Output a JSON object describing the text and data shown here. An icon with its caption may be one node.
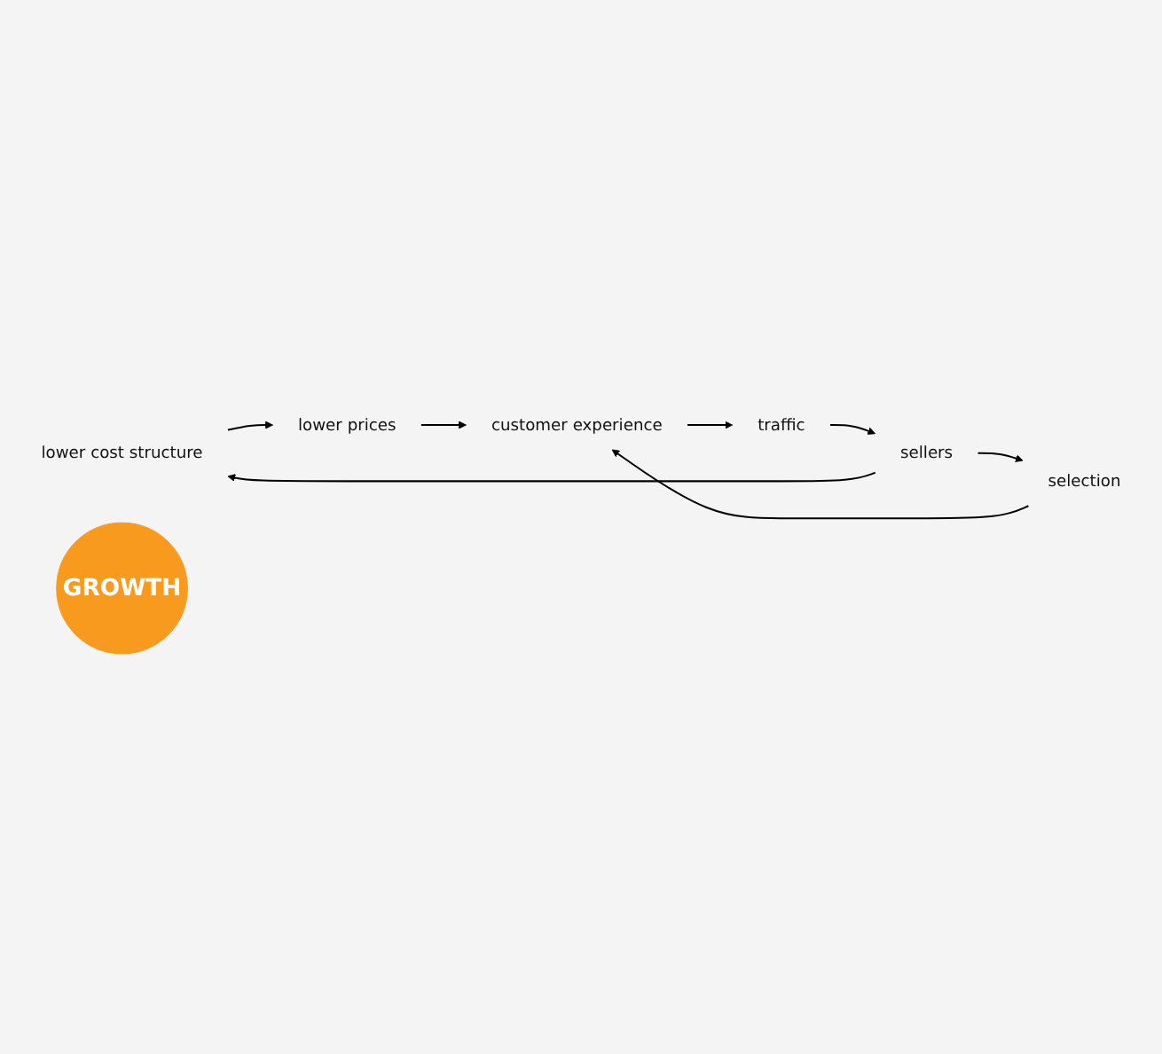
{
  "diagram": {
    "nodes": [
      {
        "text": [
          "lower cost structure"
        ]
      },
      {
        "text": [
          "lower prices"
        ]
      },
      {
        "text": [
          "selection"
        ]
      },
      {
        "text": [
          "sellers"
        ]
      },
      {
        "text": [
          "GROWTH"
        ]
      },
      {
        "text": [
          "customer experience"
        ]
      },
      {
        "text": [
          "traffic"
        ]
      }
    ],
    "edges": [
      {
        "from": 0,
        "to": 1,
        "arrow": "to"
      },
      {
        "from": 1,
        "to": 5,
        "arrow": "to"
      },
      {
        "from": 2,
        "to": 5,
        "arrow": "to"
      },
      {
        "from": 5,
        "to": 6,
        "arrow": "to"
      },
      {
        "from": 6,
        "to": 3,
        "arrow": "to"
      },
      {
        "from": 3,
        "to": 2,
        "arrow": "to"
      },
      {
        "from": 3,
        "to": 0,
        "arrow": "to"
      }
    ]
  }
}
